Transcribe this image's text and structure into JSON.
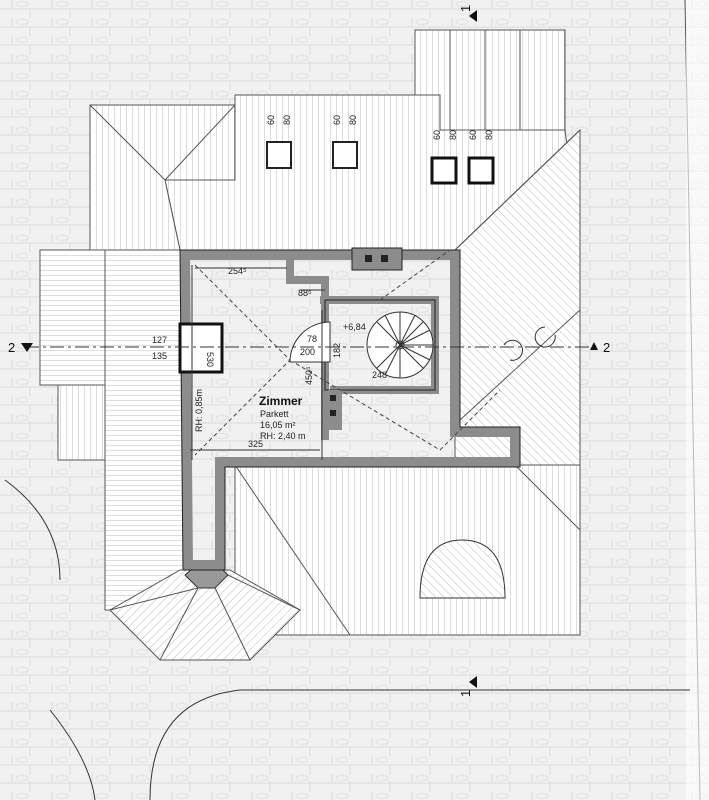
{
  "room": {
    "name": "Zimmer",
    "floor": "Parkett",
    "area": "16,05 m²",
    "height": "RH: 2,40 m",
    "low_height": "RH: 0,85m"
  },
  "dimensions": {
    "d127": "127",
    "d135": "135",
    "d530": "530",
    "d254": "254⁵",
    "d88": "88⁵",
    "d78": "78",
    "d200": "200",
    "d182": "182",
    "d248": "248",
    "d450": "450⁵",
    "d325": "325",
    "level": "+6,84"
  },
  "section_markers": {
    "left": "2",
    "right": "2",
    "top": "1",
    "bottom": "1"
  },
  "windows": [
    {
      "w": "60",
      "h": "80"
    },
    {
      "w": "60",
      "h": "80"
    },
    {
      "w": "60",
      "h": "80"
    },
    {
      "w": "60",
      "h": "80"
    }
  ],
  "colors": {
    "wall": "#8c8c8c",
    "line": "#222222",
    "ground": "#eeeeee"
  }
}
